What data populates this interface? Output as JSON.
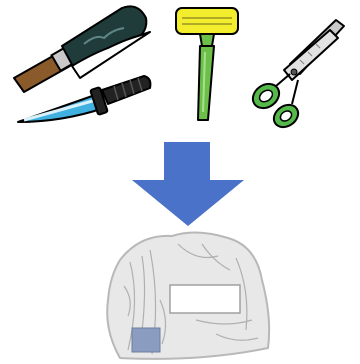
{
  "illustration": {
    "items": [
      "kitchen-knife",
      "hunting-knife",
      "razor",
      "scissors"
    ],
    "transition": "down-arrow",
    "result": "wrapped-bundle"
  },
  "colors": {
    "kitchen_knife_blade": "#1f3b3a",
    "kitchen_knife_edge": "#ffffff",
    "kitchen_knife_handle": "#8a5a2b",
    "hunting_knife_handle": "#222222",
    "hunting_knife_blade": "#3fb0e0",
    "razor_head": "#f2ee2e",
    "razor_handle": "#6cc04a",
    "scissors_handle": "#55b84a",
    "scissors_blade": "#c8c8c8",
    "arrow": "#4a72c8",
    "bundle_fill": "#e6e6e6",
    "bundle_stroke": "#b8b8b8",
    "label": "#ffffff",
    "tag": "#8a9cc0"
  }
}
